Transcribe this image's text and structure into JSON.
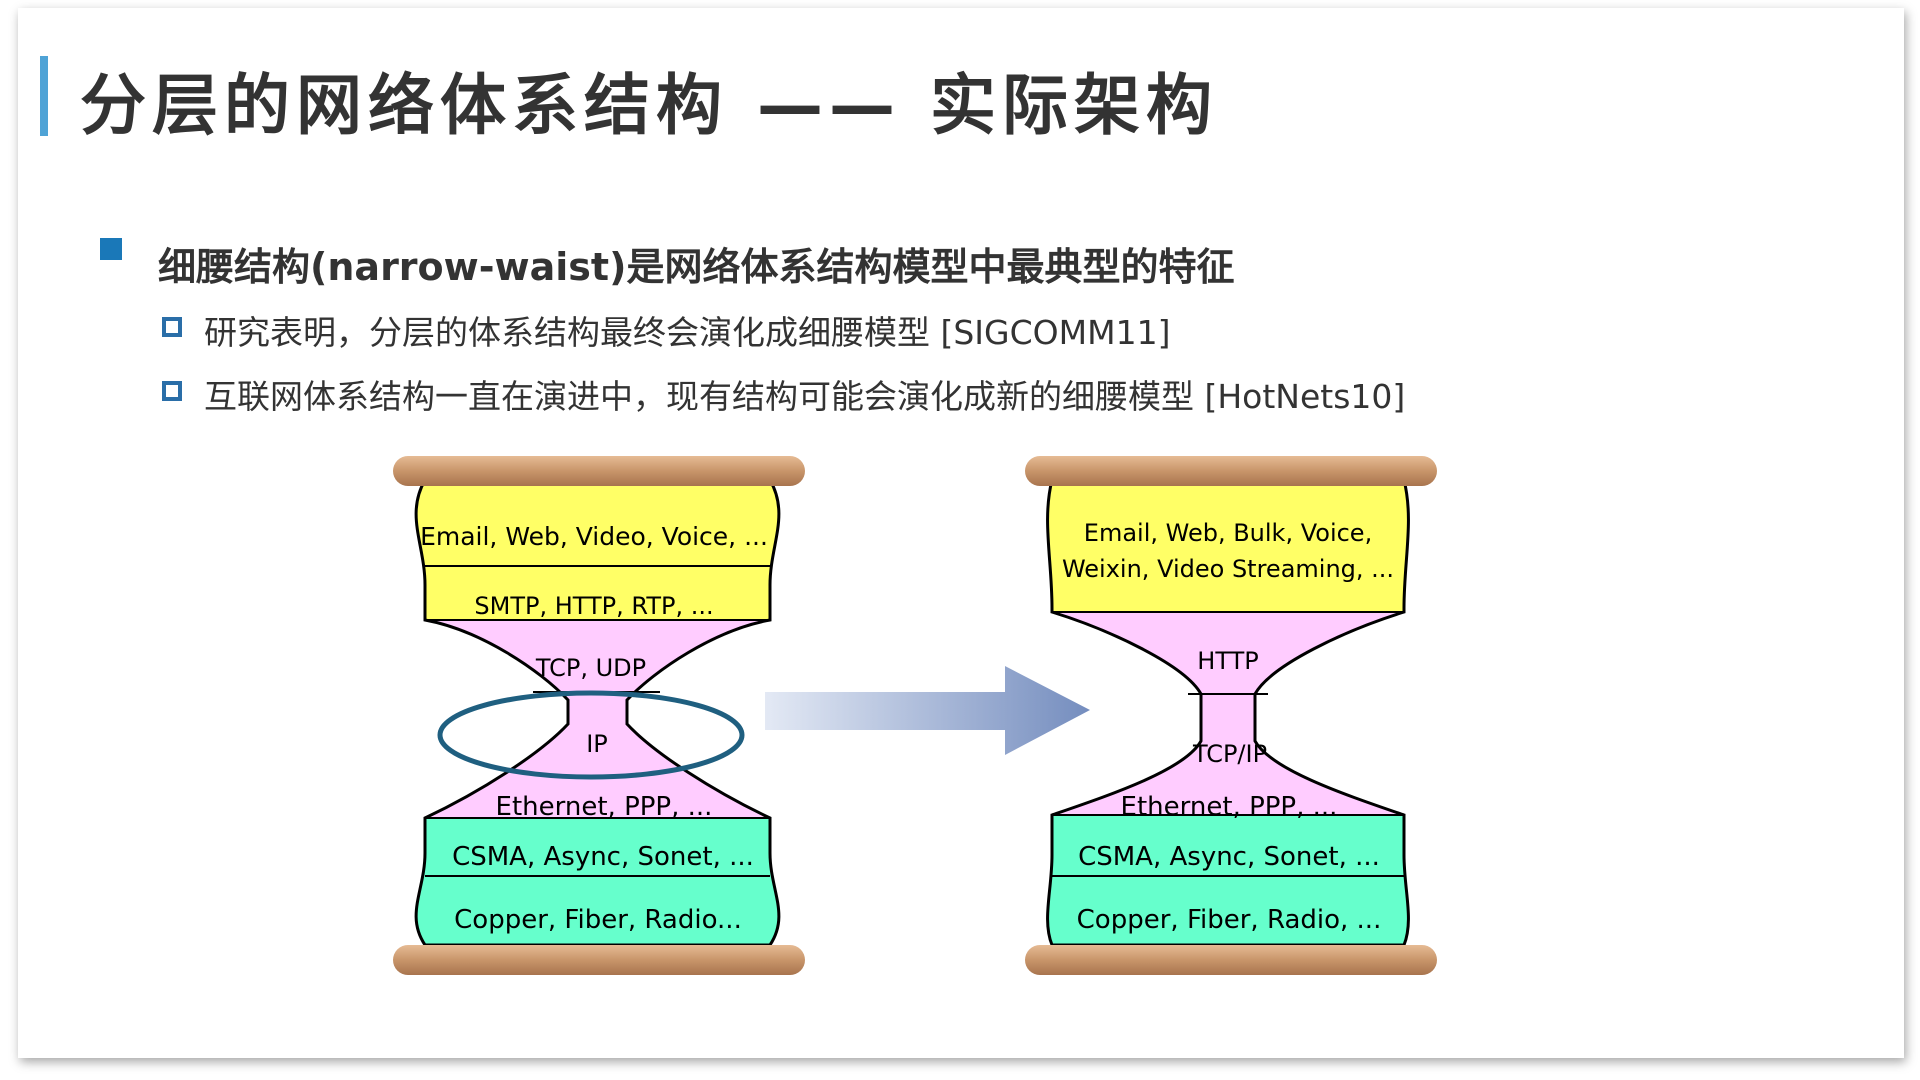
{
  "slide": {
    "title": "分层的网络体系结构 —— 实际架构",
    "bullet_main": "细腰结构(narrow-waist)是网络体系结构模型中最典型的特征",
    "sub_bullets": [
      "研究表明，分层的体系结构最终会演化成细腰模型 [SIGCOMM11]",
      "互联网体系结构一直在演进中，现有结构可能会演化成新的细腰模型 [HotNets10]"
    ]
  },
  "diagram": {
    "left_hourglass": {
      "layers": [
        "Email,  Web,  Video, Voice, ...",
        "SMTP,  HTTP,  RTP, ...",
        "TCP, UDP",
        "IP",
        "Ethernet, PPP, ...",
        "CSMA, Async, Sonet, ...",
        "Copper, Fiber, Radio..."
      ]
    },
    "right_hourglass": {
      "layers": [
        "Email, Web, Bulk, Voice,",
        "Weixin, Video Streaming, ...",
        "HTTP",
        "TCP/IP",
        "Ethernet, PPP, ...",
        "CSMA, Async, Sonet, ...",
        "Copper, Fiber, Radio, ..."
      ]
    },
    "colors": {
      "app_layer": "#ffff66",
      "transport_layer": "#ffccff",
      "link_layer": "#66ffcc",
      "wood": "#c8956a",
      "highlight_ellipse": "#1f5f80",
      "arrow": "#6d87bb"
    },
    "icons": [
      "arrow-right-icon",
      "wooden-bar"
    ]
  }
}
